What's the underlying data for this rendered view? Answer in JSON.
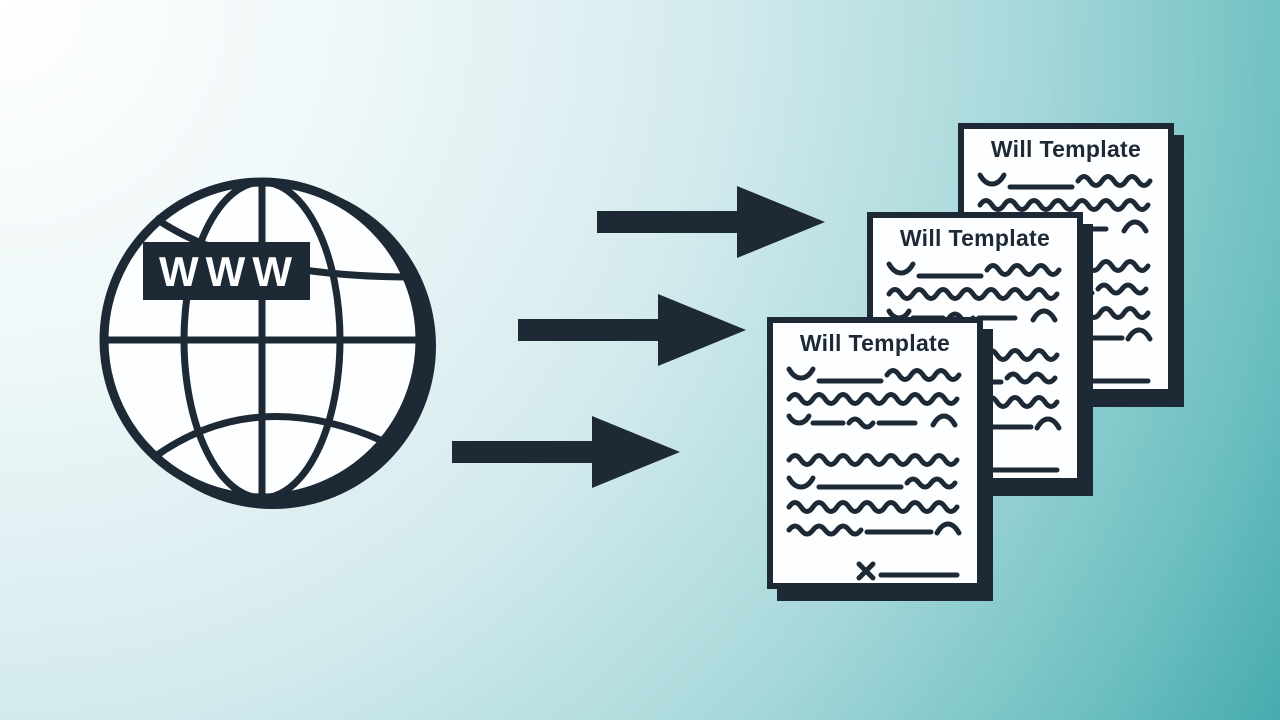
{
  "illustration": {
    "globe": {
      "label": "WWW"
    },
    "arrows": [
      {
        "id": "top",
        "direction": "right"
      },
      {
        "id": "middle",
        "direction": "right"
      },
      {
        "id": "bottom",
        "direction": "right"
      }
    ],
    "documents": [
      {
        "id": "back",
        "title": "Will Template"
      },
      {
        "id": "middle",
        "title": "Will Template"
      },
      {
        "id": "front",
        "title": "Will Template",
        "signature_mark": "x"
      }
    ],
    "colors": {
      "ink": "#1d2935",
      "paper": "#fdfeff",
      "bg_start": "#ffffff",
      "bg_end": "#46abad"
    }
  }
}
